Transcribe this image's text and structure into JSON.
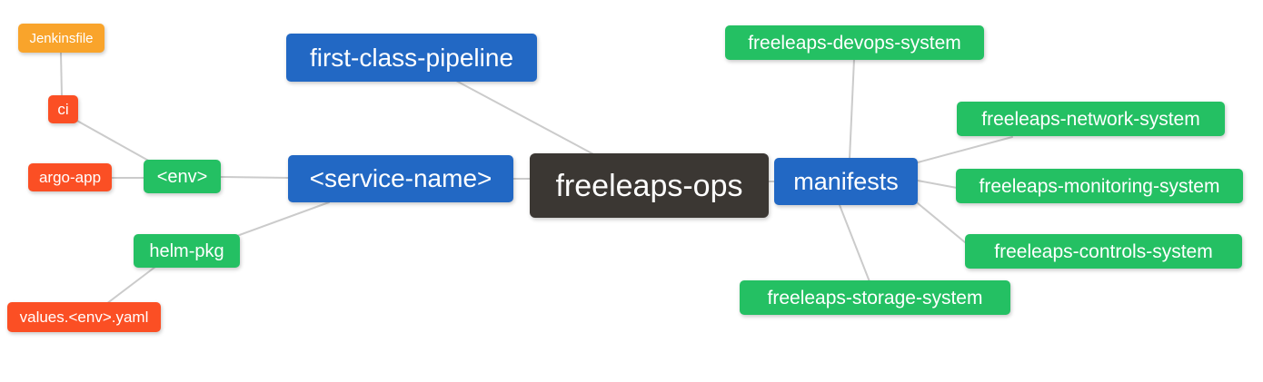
{
  "diagram": {
    "type": "mindmap",
    "palette": {
      "root": "#3b3733",
      "branch_blue": "#2268c4",
      "leaf_green": "#24c063",
      "leaf_red": "#fb4f24",
      "leaf_orange": "#f9a42b",
      "edge": "#cbcbcb",
      "node_text": "#ffffff",
      "background": "#ffffff"
    },
    "tree": {
      "label": "freeleaps-ops",
      "children": [
        {
          "label": "first-class-pipeline"
        },
        {
          "label": "<service-name>",
          "children": [
            {
              "label": "<env>",
              "children": [
                {
                  "label": "ci",
                  "children": [
                    {
                      "label": "Jenkinsfile"
                    }
                  ]
                },
                {
                  "label": "argo-app"
                }
              ]
            },
            {
              "label": "helm-pkg",
              "children": [
                {
                  "label": "values.<env>.yaml"
                }
              ]
            }
          ]
        },
        {
          "label": "manifests",
          "children": [
            {
              "label": "freeleaps-devops-system"
            },
            {
              "label": "freeleaps-network-system"
            },
            {
              "label": "freeleaps-monitoring-system"
            },
            {
              "label": "freeleaps-controls-system"
            },
            {
              "label": "freeleaps-storage-system"
            }
          ]
        }
      ]
    }
  }
}
